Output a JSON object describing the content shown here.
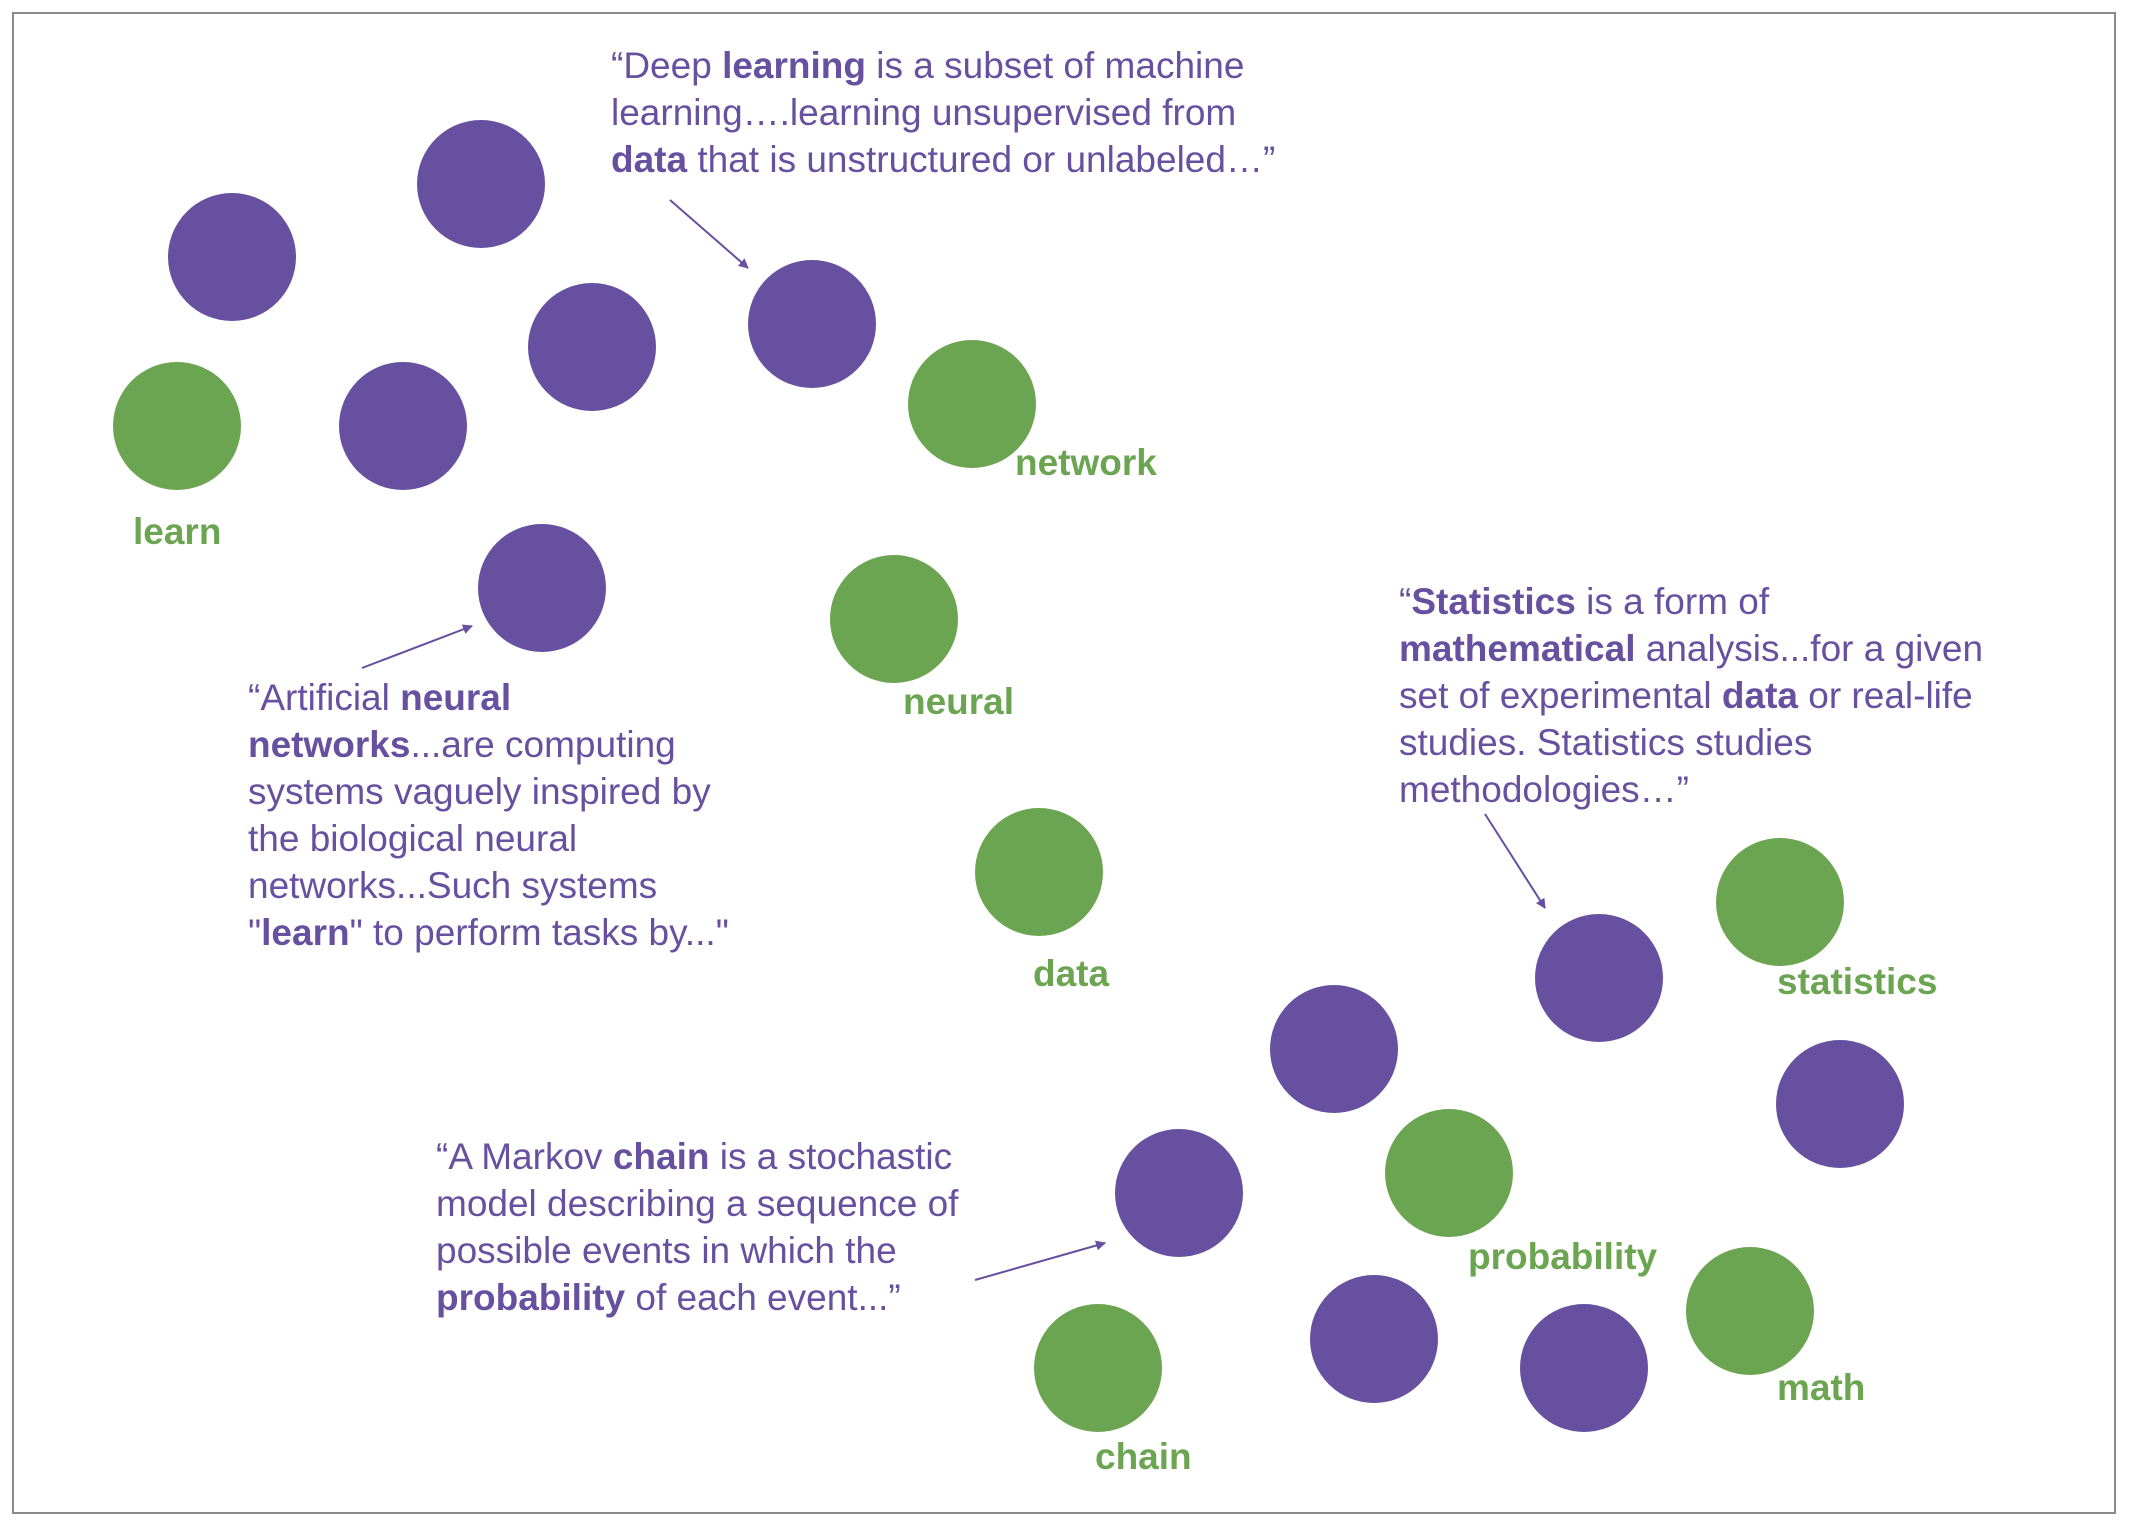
{
  "terms": {
    "learn": "learn",
    "network": "network",
    "neural": "neural",
    "data": "data",
    "statistics": "statistics",
    "probability": "probability",
    "chain": "chain",
    "math": "math"
  },
  "quotes": {
    "deep_learning": {
      "line1_pre": "“Deep ",
      "line1_bold": "learning",
      "line1_post": " is a subset of machine",
      "line2": "learning….learning unsupervised from",
      "line3_bold": "data",
      "line3_post": " that is unstructured or unlabeled…”"
    },
    "neural_networks": {
      "line1_pre": "“Artificial ",
      "line1_bold": "neural",
      "line2_bold": "networks",
      "line2_post": "...are computing",
      "line3": "systems vaguely inspired by",
      "line4": "the biological neural",
      "line5": "networks...Such systems",
      "line6_pre": "\"",
      "line6_bold": "learn",
      "line6_post": "\" to perform tasks by...\""
    },
    "statistics": {
      "line1_pre": "“",
      "line1_bold": "Statistics",
      "line1_post": " is a form of",
      "line2_bold": "mathematical",
      "line2_post": " analysis...for a given",
      "line3_pre": "set of experimental ",
      "line3_bold": "data",
      "line3_post": " or real-life",
      "line4": "studies. Statistics studies",
      "line5": "methodologies…”"
    },
    "markov": {
      "line1_pre": "“A Markov ",
      "line1_bold": "chain",
      "line1_post": " is a stochastic",
      "line2": "model describing a sequence of",
      "line3": "possible events in which the",
      "line4_bold": "probability",
      "line4_post": " of each event...”"
    }
  },
  "colors": {
    "document_node": "#67509f",
    "term_node": "#6ca551",
    "quote_text": "#67509f",
    "frame": "#8a8a8a"
  }
}
